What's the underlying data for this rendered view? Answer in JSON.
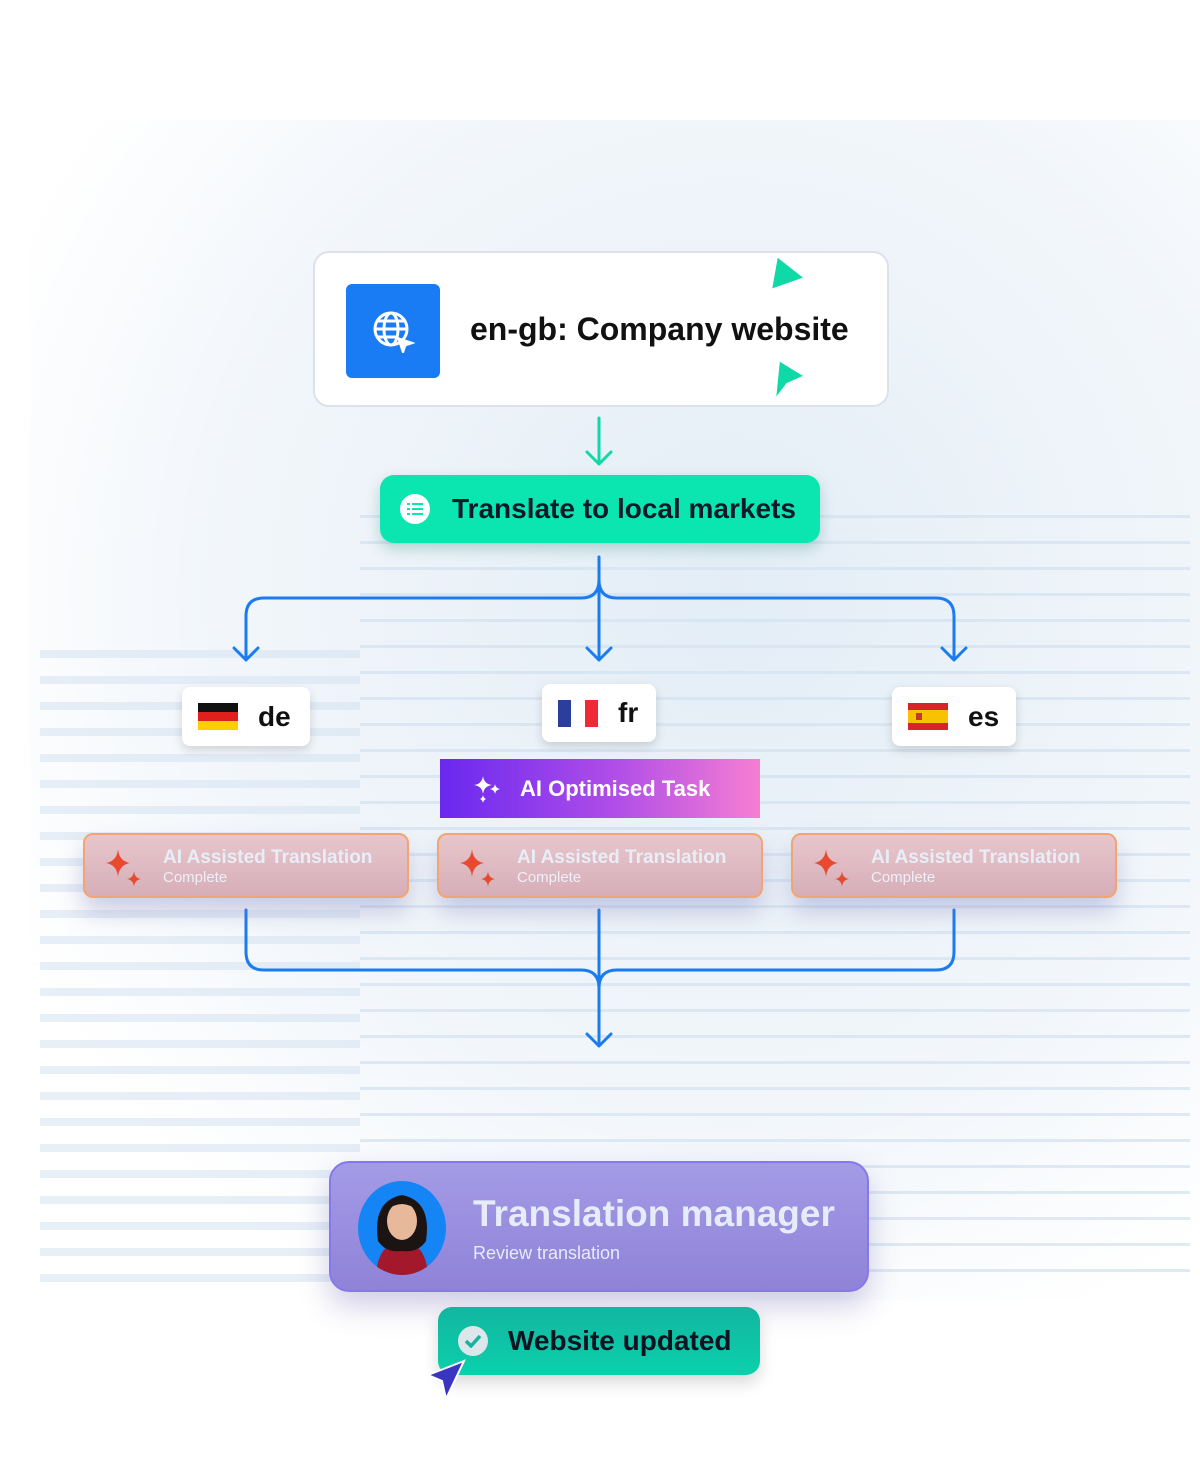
{
  "source": {
    "title": "en-gb: Company website",
    "icon": "globe-cursor-icon"
  },
  "step": {
    "label": "Translate to local markets",
    "icon": "list-icon"
  },
  "languages": [
    {
      "code": "de",
      "flag": "germany-flag-icon"
    },
    {
      "code": "fr",
      "flag": "france-flag-icon"
    },
    {
      "code": "es",
      "flag": "spain-flag-icon"
    }
  ],
  "ai_task": {
    "label": "AI Optimised Task",
    "icon": "sparkles-icon"
  },
  "tasks": [
    {
      "title": "AI Assisted Translation",
      "status": "Complete"
    },
    {
      "title": "AI Assisted Translation",
      "status": "Complete"
    },
    {
      "title": "AI Assisted Translation",
      "status": "Complete"
    }
  ],
  "reviewer": {
    "title": "Translation manager",
    "subtitle": "Review translation"
  },
  "result": {
    "label": "Website updated",
    "icon": "check-circle-icon"
  },
  "colors": {
    "blue": "#1a7cf5",
    "green": "#0be6b0",
    "purple": "#8f82d8"
  }
}
